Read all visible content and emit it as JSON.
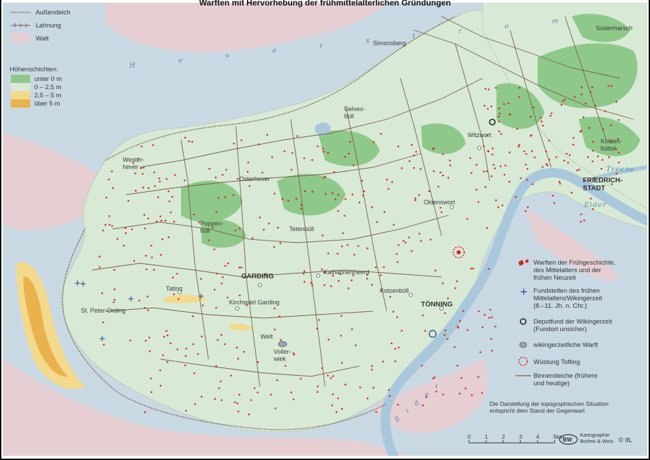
{
  "title": "Warften mit Hervorhebung der frühmittelalterlichen Gründungen",
  "legend_top": {
    "aussendeich": "Außendeich",
    "lahnung": "Lahnung",
    "watt": "Watt"
  },
  "hoehenschichten": {
    "heading": "Höhenschichten:",
    "items": [
      "unter 0 m",
      "0 – 2,5 m",
      "2,5 – 5 m",
      "über 5 m"
    ]
  },
  "colors": {
    "sea": "#c9d9e4",
    "watt": "#e6cfd3",
    "land": "#d8ead6",
    "green": "#8ec98a",
    "yellow": "#f3d98b",
    "orange": "#e9b24c",
    "river": "#a9c8dc",
    "warft": "#d0251f",
    "dike": "#7a5a44"
  },
  "water_labels": {
    "heverstrom": "H e v e r s t r o m",
    "treene": "Treene",
    "eider_north": "Eider",
    "eider_south": "E i d e r"
  },
  "places": {
    "simonsberg": "Simonsberg",
    "suedermarsch": "Südermarsch",
    "uelvesbuell": "Uelves-\nbüll",
    "witzwort": "Witzwort",
    "koldenbuettel": "Kolden-\nbüttel",
    "friedrichstadt": "FRIEDRICH-\nSTADT",
    "westerhever": "Wester-\nhever",
    "osterhever": "Osterhever",
    "oldenswort": "Oldenswort",
    "poppenbuell": "Poppen-\nbüll",
    "tetenbuell": "Tetenbüll",
    "garding": "GARDING",
    "katharinenheerd": "Katharinenheerd",
    "kotzenbuell": "Kotzenbüll",
    "tating": "Tating",
    "kirchspiel_garding": "Kirchspiel Garding",
    "toenning": "TÖNNING",
    "st_peter_ording": "St. Peter-Ording",
    "welt": "Welt",
    "vollerwiek": "Voller-\nwiek"
  },
  "legend_right": {
    "warften": "Warften der Frühgeschichte,\ndes Mittelalters und der\nfrühen Neuzeit",
    "fundstellen": "Fundstellen des frühen\nMittelalters/Wikingerzeit\n(8.–11. Jh. n. Chr.)",
    "depotfund": "Depotfund der Wikingerzeit\n(Fundort unsicher)",
    "wikingerwarft": "wikingerzeitliche Warft",
    "wuestung": "Wüstung Tofting",
    "binnendeiche": "Binnendeiche (frühere\nund heutige)"
  },
  "note": "Die Darstellung der topographischen Situation\nentspricht dem Stand der Gegenwart",
  "scale": {
    "ticks": [
      "0",
      "1",
      "2",
      "3",
      "4",
      "5km"
    ]
  },
  "credit": {
    "logo": "BW",
    "line1": "Kartographie",
    "line2": "Borleis & Weis",
    "ifl": "© IfL"
  }
}
